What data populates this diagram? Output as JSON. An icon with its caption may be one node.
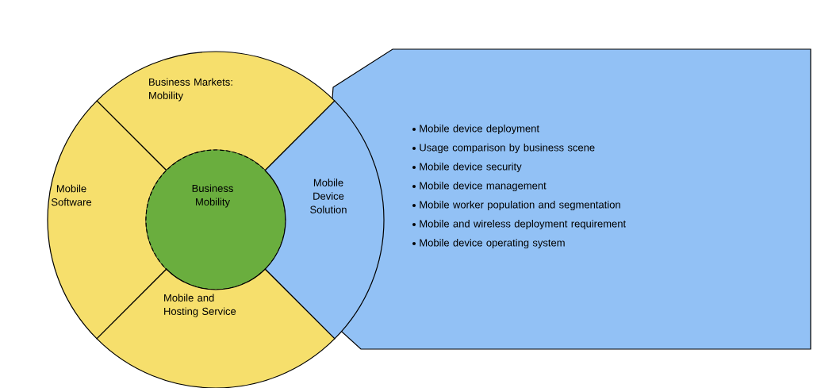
{
  "diagram": {
    "nodes": [
      {
        "text": [
          "Business Markets: Mobility"
        ]
      },
      {
        "text": [
          "Mobile Software"
        ]
      },
      {
        "text": [
          "Business Mobility"
        ]
      },
      {
        "text": [
          "Mobile Device Solution"
        ]
      },
      {
        "text": [
          "Mobile and Hosting Service"
        ]
      },
      {
        "text": [
          "Mobile device deployment",
          "Usage comparison by business scene",
          "Mobile device security",
          "Mobile device management",
          "Mobile worker population and segmentation",
          "Mobile and wireless deployment requirement",
          "Mobile device operating system"
        ]
      }
    ],
    "edges": []
  }
}
